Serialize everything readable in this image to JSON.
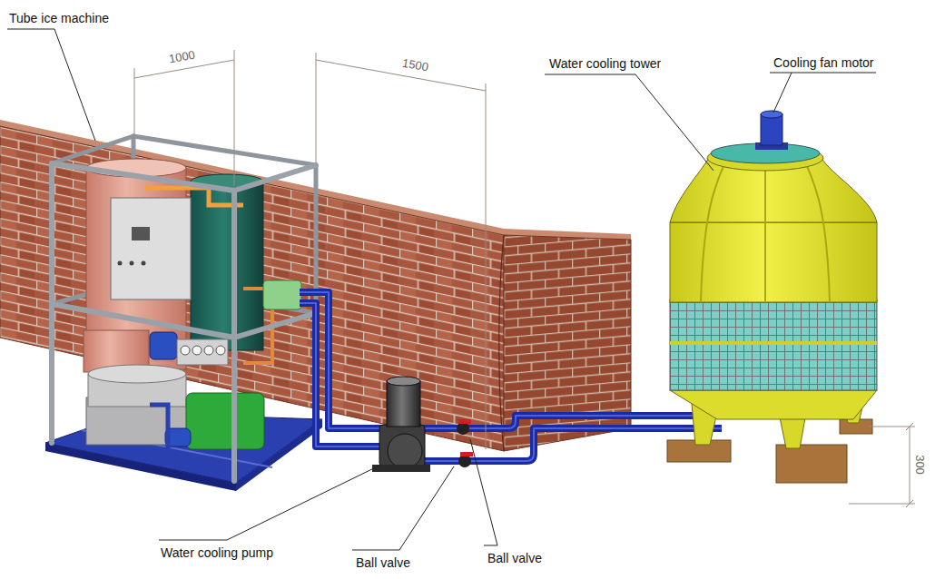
{
  "diagram": {
    "labels": [
      "Tube ice machine",
      "1000",
      "1500",
      "Water cooling tower",
      "Cooling fan motor",
      "Water cooling pump",
      "Ball valve",
      "Ball valve",
      "300"
    ]
  }
}
